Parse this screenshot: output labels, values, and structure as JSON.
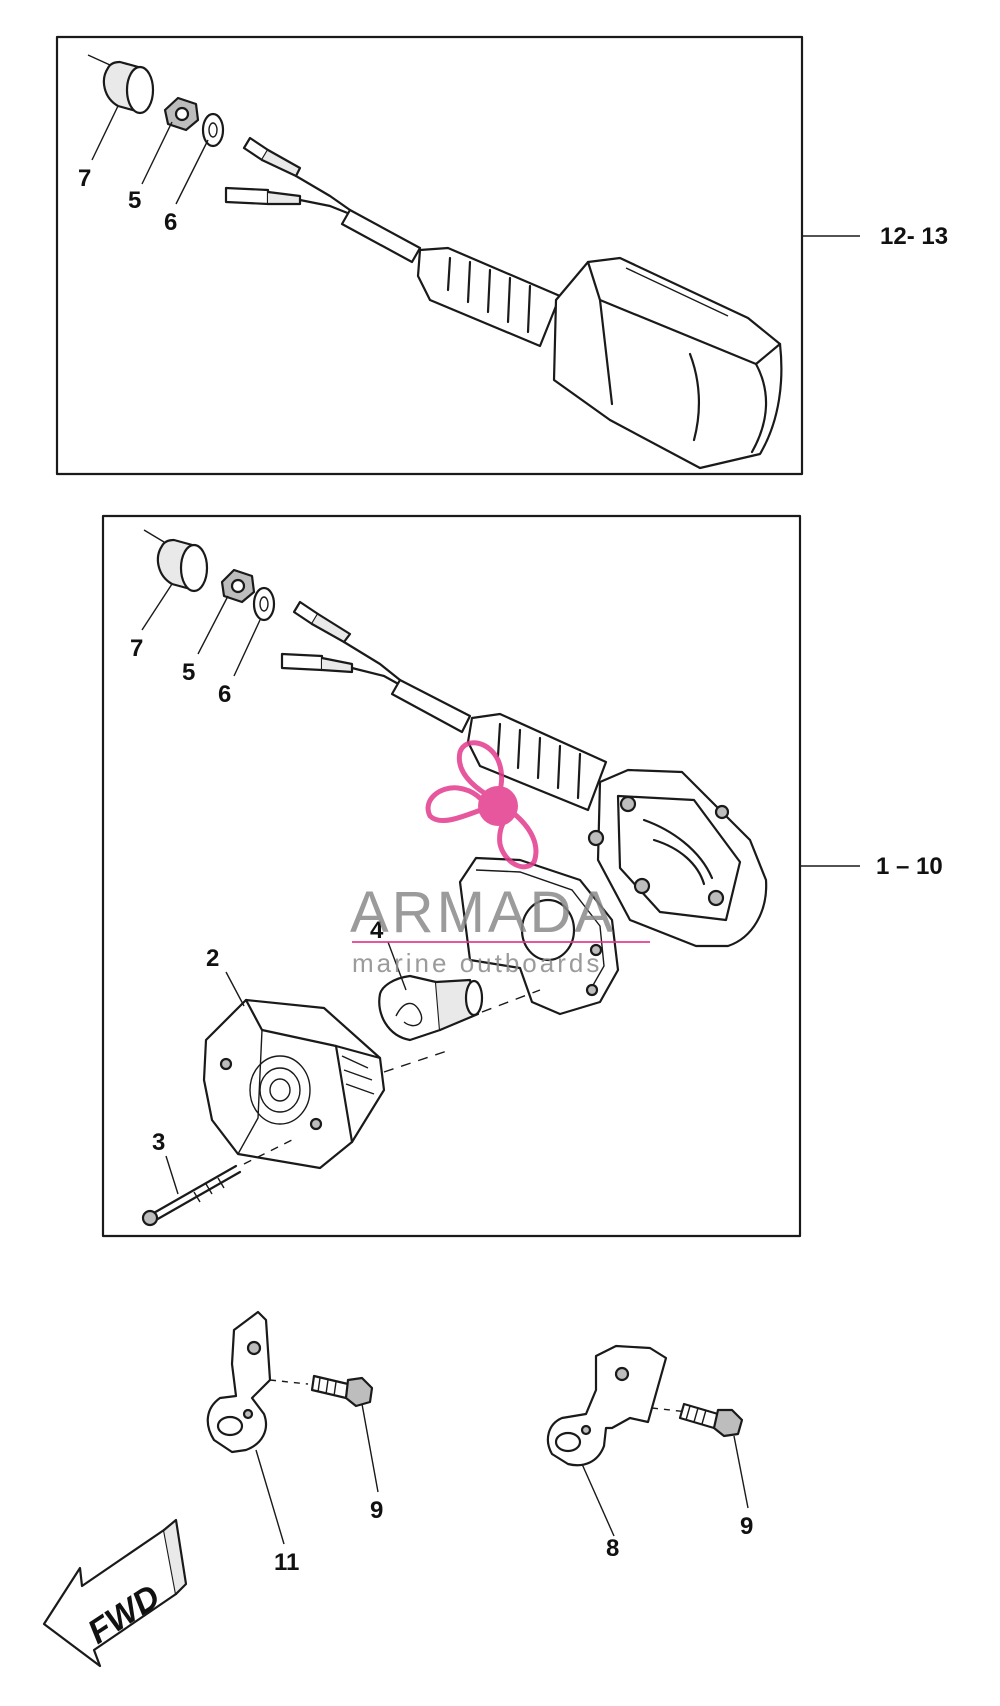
{
  "diagram": {
    "upper_group_ref": "12- 13",
    "lower_group_ref": "1 – 10",
    "callouts": {
      "upper": [
        "7",
        "5",
        "6"
      ],
      "lower": [
        "7",
        "5",
        "6",
        "4",
        "2",
        "3"
      ],
      "brackets": [
        "9",
        "11",
        "8",
        "9"
      ]
    },
    "fwd_label": "FWD",
    "watermark": {
      "brand": "ARMADA",
      "tagline": "marine outboards",
      "accent_color": "#e23a8c"
    }
  }
}
